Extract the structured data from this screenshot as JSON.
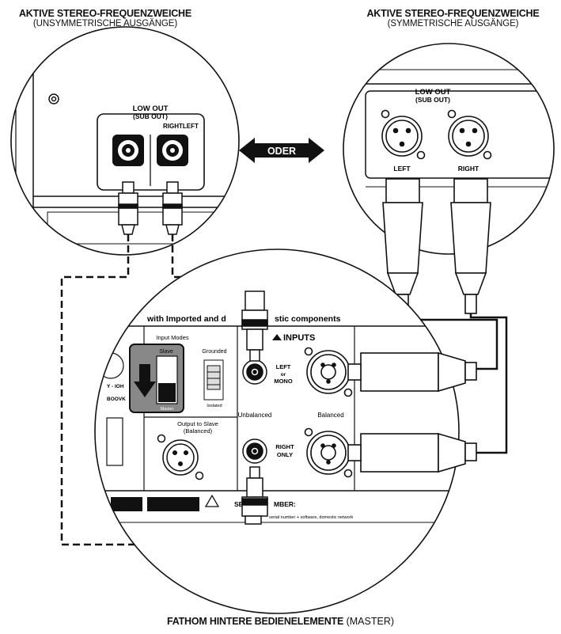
{
  "header_left": {
    "title": "AKTIVE STEREO-FREQUENZWEICHE",
    "subtitle": "(UNSYMMETRISCHE AUSGÄNGE)"
  },
  "header_right": {
    "title": "AKTIVE STEREO-FREQUENZWEICHE",
    "subtitle": "(SYMMETRISCHE AUSGÄNGE)"
  },
  "oder": "ODER",
  "crossover_left": {
    "low_out": "LOW OUT",
    "sub_out": "(SUB OUT)",
    "right_left": "RIGHTLEFT"
  },
  "crossover_right": {
    "low_out": "LOW OUT",
    "sub_out": "(SUB OUT)",
    "left": "LEFT",
    "right": "RIGHT"
  },
  "panel": {
    "banner": "with Imported and d",
    "banner_end": "stic components",
    "inputs": "INPUTS",
    "input_modes": "Input Modes",
    "slave": "Slave",
    "master": "Master",
    "grounded": "Grounded",
    "isolated": "Isolated",
    "left_mono_1": "LEFT",
    "left_mono_2": "or",
    "left_mono_3": "MONO",
    "unbalanced": "Unbalanced",
    "balanced": "Balanced",
    "right_only_1": "RIGHT",
    "right_only_2": "ONLY",
    "output_slave_1": "Output to Slave",
    "output_slave_2": "(Balanced)",
    "serial_number": "SE",
    "serial_number_end": "MBER:",
    "fine_print": "serial number + software, domestic network"
  },
  "footer": {
    "bold": "FATHOM HINTERE BEDIENELEMENTE",
    "normal": " (MASTER)"
  }
}
